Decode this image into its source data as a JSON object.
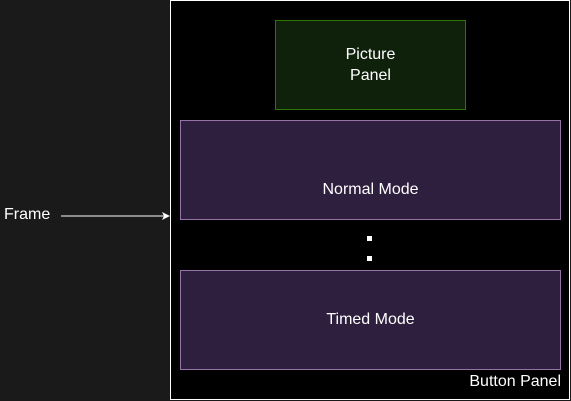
{
  "frame": {
    "label": "Frame"
  },
  "picture_panel": {
    "label_line1": "Picture",
    "label_line2": "Panel"
  },
  "modes": {
    "normal": "Normal Mode",
    "timed": "Timed Mode"
  },
  "button_panel": {
    "label": "Button Panel"
  },
  "colors": {
    "background": "#1a1a1a",
    "frame_fill": "#000000",
    "frame_border": "#ffffff",
    "picture_fill": "#0f200b",
    "picture_border": "#2d7600",
    "mode_fill": "#2d1f3d",
    "mode_border": "#9673a6",
    "text": "#ffffff"
  }
}
